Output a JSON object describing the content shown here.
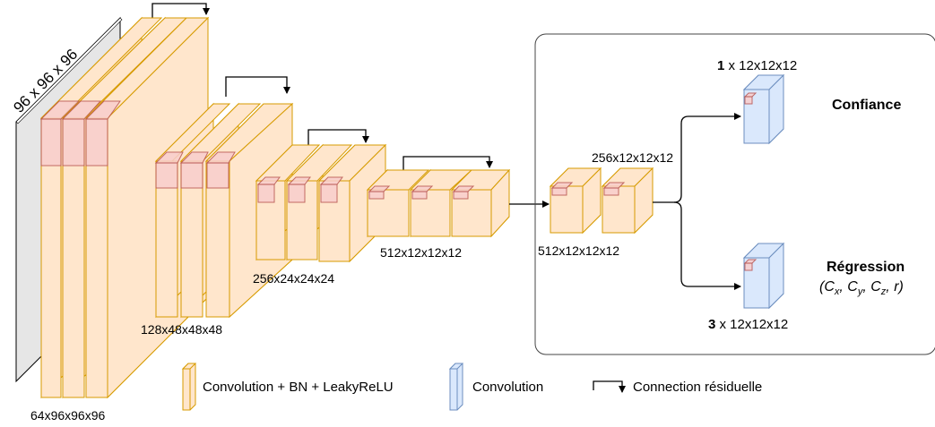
{
  "colors": {
    "conv_bn_fill": "#ffe6cc",
    "conv_bn_stroke": "#d79b00",
    "conv_fill": "#dae8fc",
    "conv_stroke": "#6c8ebf",
    "kernel_fill": "#f8cecc",
    "kernel_stroke": "#b85450",
    "input_fill": "#e6e6e6",
    "line": "#000000"
  },
  "input": {
    "dim_label": "96 x 96 x 96"
  },
  "encoder": {
    "stage1_label": "64x96x96x96",
    "stage2_label": "128x48x48x48",
    "stage3_label": "256x24x24x24",
    "stage4_label": "512x12x12x12"
  },
  "head": {
    "block1_label": "512x12x12x12",
    "block2_label": "256x12x12x12",
    "conf": {
      "count": "1",
      "size": " x 12x12x12",
      "title": "Confiance"
    },
    "reg": {
      "count": "3",
      "size": " x 12x12x12",
      "title": "Régression",
      "formula": {
        "open": "(C",
        "x": "x",
        "y": "y",
        "z": "z",
        "close": ", r)",
        "sep": ", C"
      }
    }
  },
  "legend": {
    "conv_bn": "Convolution + BN + LeakyReLU",
    "conv": "Convolution",
    "residual": "Connection résiduelle"
  }
}
